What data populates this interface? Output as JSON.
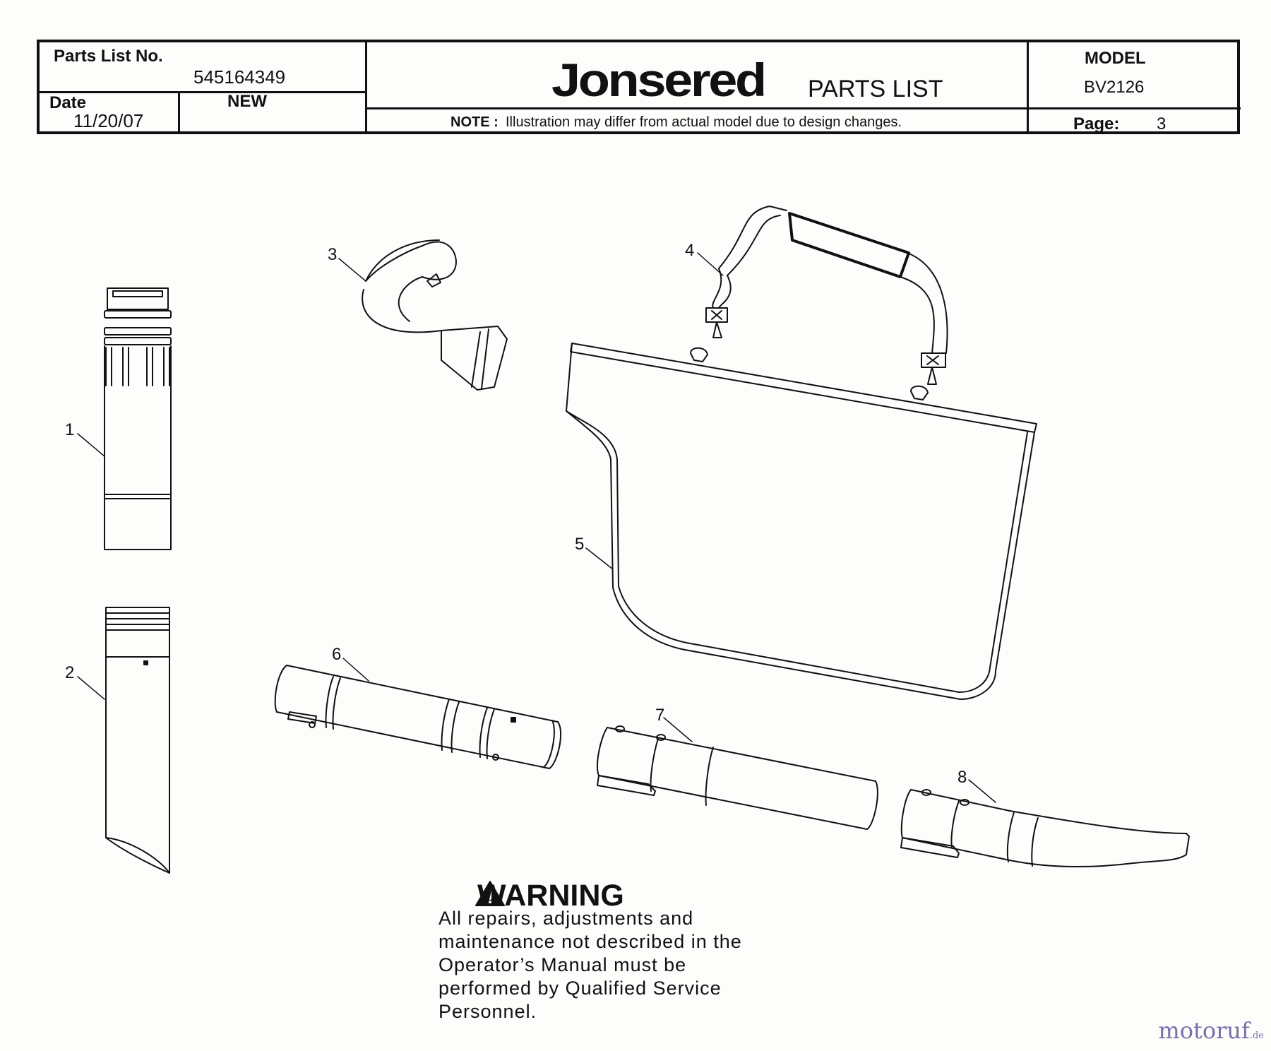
{
  "header": {
    "parts_list_label": "Parts List No.",
    "parts_list_no": "545164349",
    "date_label": "Date",
    "date": "11/20/07",
    "status": "NEW",
    "brand": "Jonsered",
    "title": "PARTS LIST",
    "note_label": "NOTE :",
    "note_text": "Illustration may differ from actual model due to design changes.",
    "model_label": "MODEL",
    "model": "BV2126",
    "page_label": "Page:",
    "page": "3"
  },
  "callouts": [
    "1",
    "2",
    "3",
    "4",
    "5",
    "6",
    "7",
    "8"
  ],
  "warning": {
    "title": "WARNING",
    "text": "All repairs, adjustments and maintenance not described in the Operator’s Manual must be performed by Qualified Service Personnel."
  },
  "watermark": {
    "name": "motoruf",
    "suffix": ".de"
  }
}
